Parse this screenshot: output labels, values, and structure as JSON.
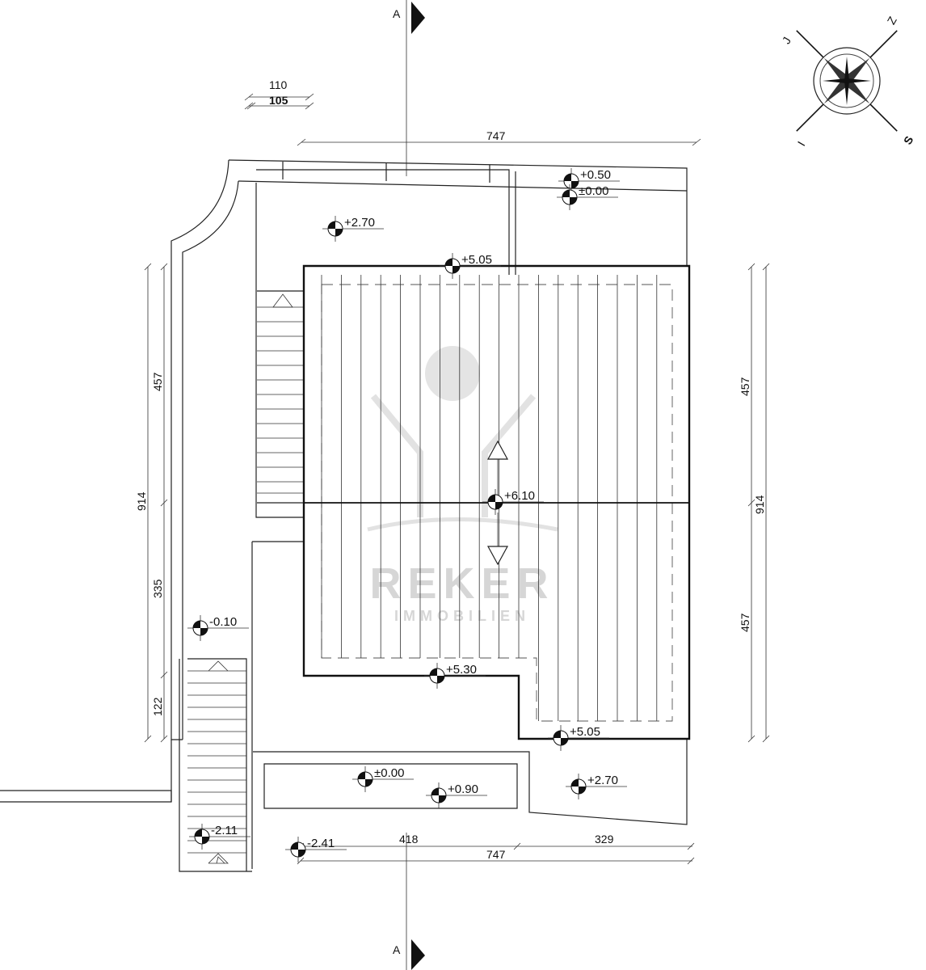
{
  "section_marks": {
    "top": "A",
    "bottom": "A"
  },
  "compass": {
    "north": "S",
    "south": "J",
    "east": "I",
    "west": "Z"
  },
  "watermark": {
    "name": "REKER",
    "sub": "IMMOBILIEN"
  },
  "dimensions": {
    "scale_top": "110",
    "scale_bottom": "105",
    "top_width": "747",
    "left_total": "914",
    "left_upper": "457",
    "left_middle": "335",
    "left_lower": "122",
    "right_upper": "457",
    "right_lower": "457",
    "right_total": "914",
    "bottom_left": "418",
    "bottom_right": "329",
    "bottom_total": "747"
  },
  "levels": [
    "+0.50",
    "±0.00",
    "+2.70",
    "+5.05",
    "+6.10",
    "-0.10",
    "+5.30",
    "+5.05",
    "±0.00",
    "+0.90",
    "+2.70",
    "-2.11",
    "-2.41"
  ]
}
